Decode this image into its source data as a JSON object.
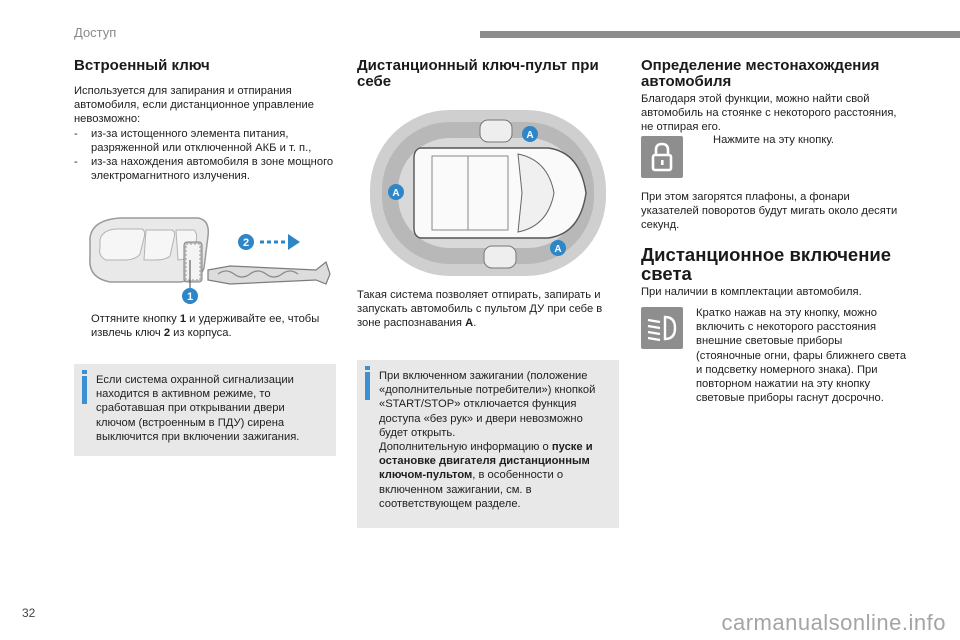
{
  "header": {
    "section": "Доступ"
  },
  "page_number": "32",
  "watermark": "carmanualsonline.info",
  "col1": {
    "title": "Встроенный ключ",
    "intro": "Используется для запирания и отпирания автомобиля, если дистанционное управление невозможно:",
    "items": [
      "из-за истощенного элемента питания, разряженной или отключенной АКБ и т. п.,",
      "из-за нахождения автомобиля в зоне мощного электромагнитного излучения."
    ],
    "fig_labels": {
      "one": "1",
      "two": "2"
    },
    "step_mark": "",
    "step_a": "Оттяните кнопку ",
    "step_b": "1",
    "step_c": " и удерживайте ее, чтобы извлечь ключ ",
    "step_d": "2",
    "step_e": " из корпуса.",
    "info": "Если система охранной сигнализации находится в активном режиме, то сработавшая при открывании двери ключом (встроенным в ПДУ) сирена выключится при включении зажигания."
  },
  "col2": {
    "title": "Дистанционный ключ-пульт при себе",
    "zone_label": "A",
    "body_a": "Такая система позволяет отпирать, запирать и запускать автомобиль с пультом ДУ при себе в зоне распознавания ",
    "body_b": "A",
    "body_c": ".",
    "info_a": "При включенном зажигании (положение «дополнительные потребители») кнопкой «START/STOP» отключается функция доступа «без рук» и двери невозможно будет открыть.",
    "info_b": "Дополнительную информацию о ",
    "info_bold": "пуске и остановке двигателя дистанционным ключом-пультом",
    "info_c": ", в особенности о включенном зажигании, см. в соответствующем разделе."
  },
  "col3": {
    "title": "Определение местонахождения автомобиля",
    "intro": "Благодаря этой функции, можно найти свой автомобиль на стоянке с некоторого расстояния, не отпирая его.",
    "step_mark": "",
    "step": "Нажмите на эту кнопку.",
    "result": "При этом загорятся плафоны, а фонари указателей поворотов будут мигать около десяти секунд.",
    "title2": "Дистанционное включение света",
    "intro2": "При наличии в комплектации автомобиля.",
    "body2": "Кратко нажав на эту кнопку, можно включить с некоторого расстояния внешние световые приборы (стояночные огни, фары ближнего света и подсветку номерного знака). При повторном нажатии на эту кнопку световые приборы гаснут досрочно."
  },
  "colors": {
    "accent_blue": "#2e86c7",
    "info_bg": "#e8e8e8",
    "icon_bg": "#8e8e8e"
  }
}
